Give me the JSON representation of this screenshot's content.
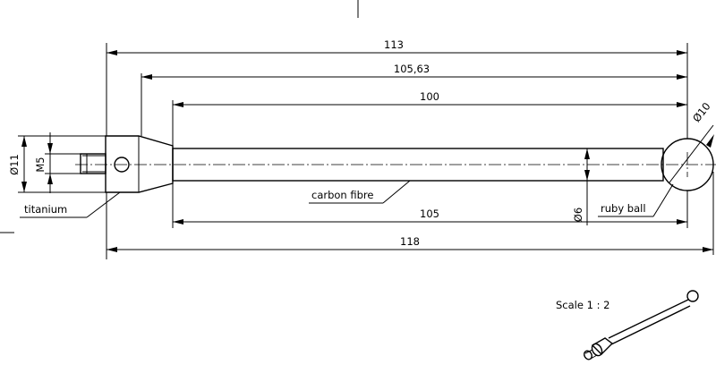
{
  "dimensions": {
    "d113": "113",
    "d105_63": "105,63",
    "d100": "100",
    "d105": "105",
    "d118": "118",
    "dia11": "Ø11",
    "m5": "M5",
    "dia6": "Ø6",
    "dia10": "Ø10"
  },
  "labels": {
    "titanium": "titanium",
    "carbon_fibre": "carbon fibre",
    "ruby_ball": "ruby ball"
  },
  "scale": {
    "text": "Scale 1 : 2"
  }
}
